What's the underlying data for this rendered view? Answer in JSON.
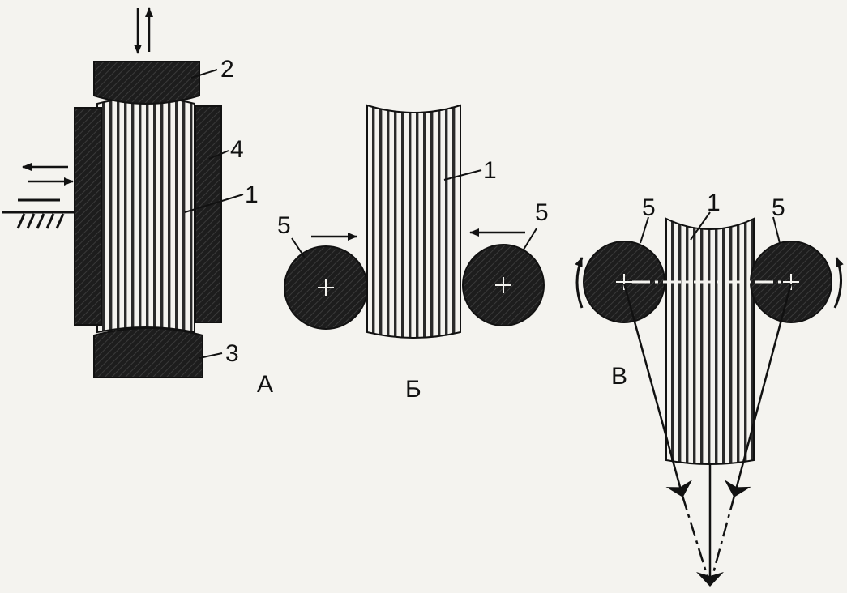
{
  "figure": {
    "panel_a": {
      "caption": "А",
      "labels": {
        "specimen": "1",
        "top_punch": "2",
        "bottom_punch": "3",
        "side_wall": "4"
      }
    },
    "panel_b": {
      "caption": "Б",
      "labels": {
        "specimen": "1",
        "roller_left": "5",
        "roller_right": "5"
      }
    },
    "panel_c": {
      "caption": "В",
      "labels": {
        "specimen": "1",
        "roller_left": "5",
        "roller_right": "5"
      }
    }
  },
  "colors": {
    "dark_fill": "#1d1d1d",
    "stripe": "#2a2a2a",
    "paper": "#f4f3ef"
  }
}
